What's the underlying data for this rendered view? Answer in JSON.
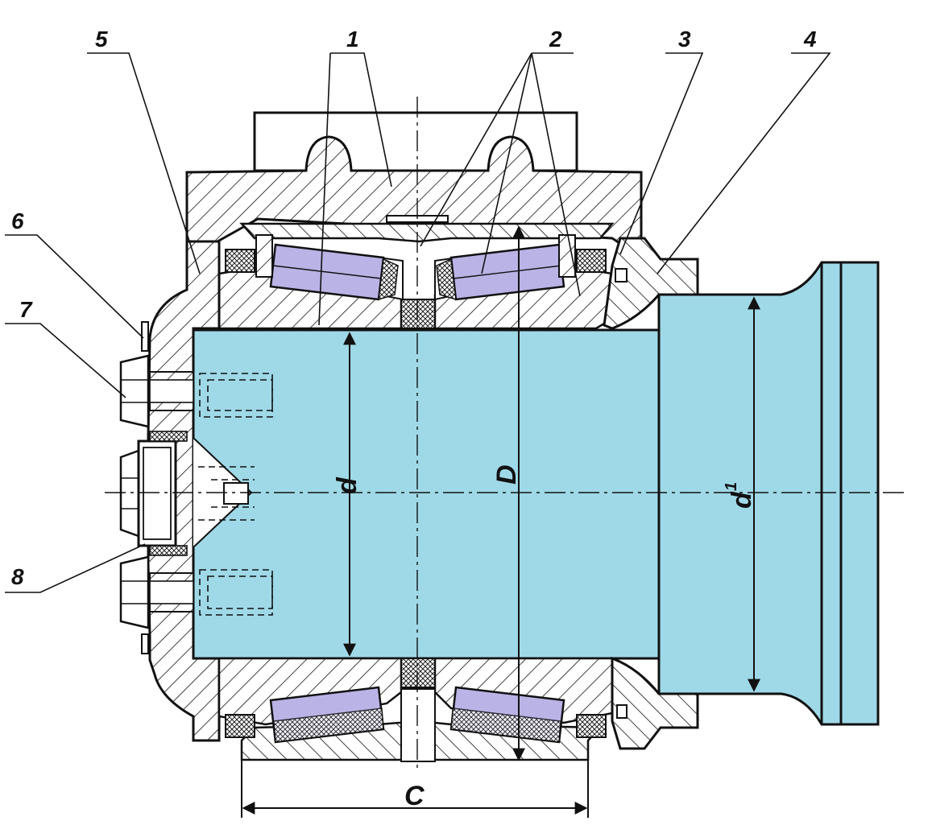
{
  "labels": {
    "n1": "1",
    "n2": "2",
    "n3": "3",
    "n4": "4",
    "n5": "5",
    "n6": "6",
    "n7": "7",
    "n8": "8"
  },
  "dimensions": {
    "d": "d",
    "D": "D",
    "d1_main": "d",
    "d1_sub": "1",
    "C": "C"
  },
  "colors": {
    "axle": "#9fd9e8",
    "roller": "#b9b3e6",
    "seal": "#555555",
    "line": "#111111",
    "background": "#ffffff"
  }
}
